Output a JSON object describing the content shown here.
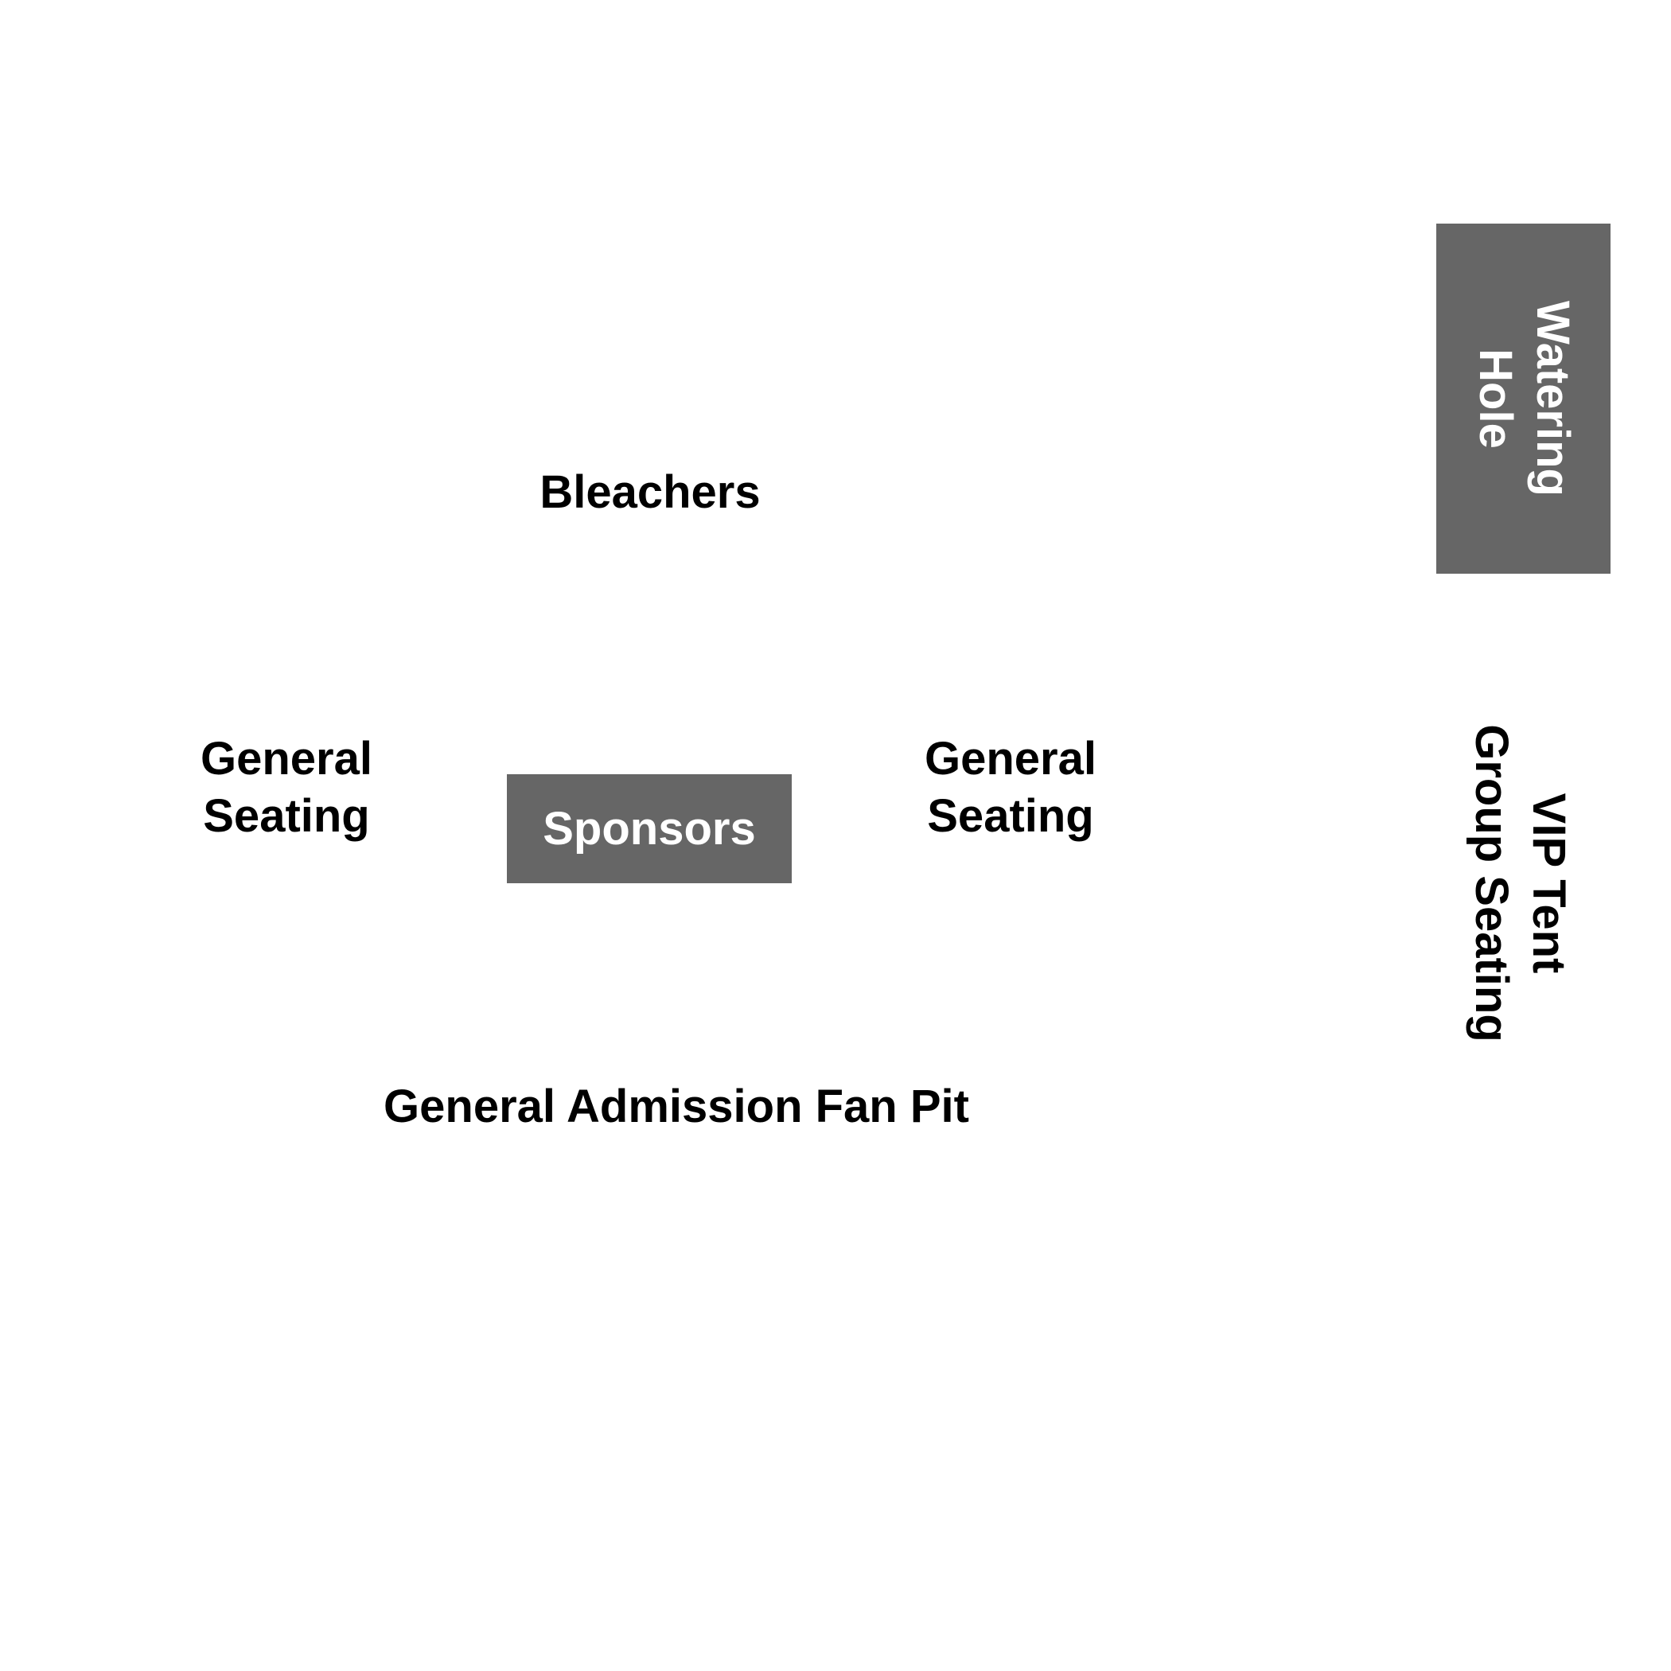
{
  "map": {
    "bleachers": "Bleachers",
    "general_seating_left": "General\nSeating",
    "general_seating_right": "General\nSeating",
    "sponsors": "Sponsors",
    "fan_pit": "General Admission Fan Pit",
    "watering_hole": "Watering\nHole",
    "vip_tent": "VIP Tent\nGroup Seating"
  },
  "colors": {
    "box_fill": "#666666",
    "box_text": "#ffffff",
    "label_text": "#000000",
    "background": "#ffffff"
  }
}
